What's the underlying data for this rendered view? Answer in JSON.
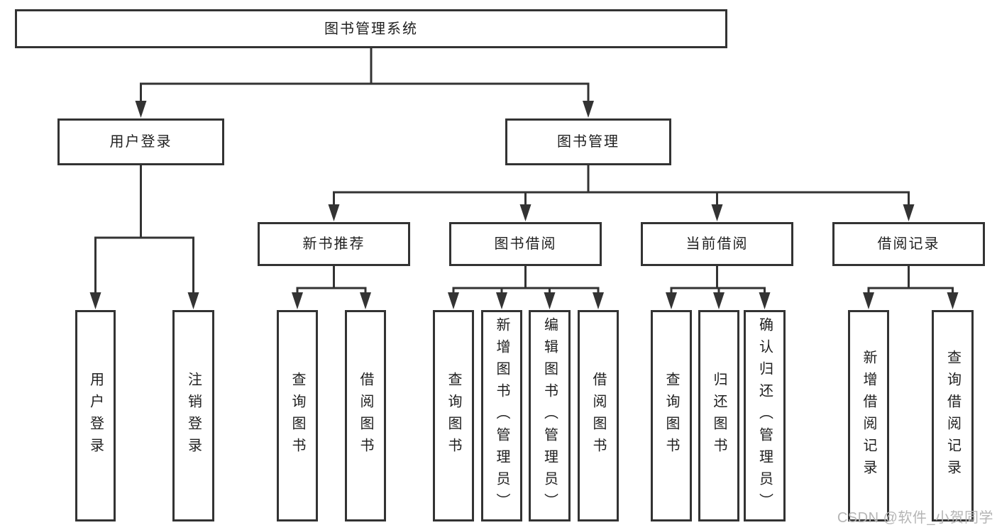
{
  "colors": {
    "line": "#333333",
    "text": "#1f1f1f",
    "background": "#ffffff",
    "watermark": "#b5b5b5"
  },
  "watermark": "CSDN @软件_小贺同学",
  "nodes": [
    {
      "id": "root",
      "label": "图书管理系统"
    },
    {
      "id": "user-login",
      "label": "用户登录"
    },
    {
      "id": "book-mgmt",
      "label": "图书管理"
    },
    {
      "id": "new-book-recommend",
      "label": "新书推荐"
    },
    {
      "id": "book-borrow",
      "label": "图书借阅"
    },
    {
      "id": "current-borrow",
      "label": "当前借阅"
    },
    {
      "id": "borrow-records",
      "label": "借阅记录"
    },
    {
      "id": "login-user",
      "label": "用户登录"
    },
    {
      "id": "login-logout",
      "label": "注销登录"
    },
    {
      "id": "rec-query",
      "label": "查询图书"
    },
    {
      "id": "rec-borrow",
      "label": "借阅图书"
    },
    {
      "id": "bor-query",
      "label": "查询图书"
    },
    {
      "id": "bor-add",
      "label": "新增图书（管理员）"
    },
    {
      "id": "bor-edit",
      "label": "编辑图书（管理员）"
    },
    {
      "id": "bor-borrow",
      "label": "借阅图书"
    },
    {
      "id": "cur-query",
      "label": "查询图书"
    },
    {
      "id": "cur-return",
      "label": "归还图书"
    },
    {
      "id": "cur-confirm",
      "label": "确认归还（管理员）"
    },
    {
      "id": "recd-add",
      "label": "新增借阅记录"
    },
    {
      "id": "recd-query",
      "label": "查询借阅记录"
    }
  ],
  "edges": [
    [
      "root",
      "user-login"
    ],
    [
      "root",
      "book-mgmt"
    ],
    [
      "user-login",
      "login-user"
    ],
    [
      "user-login",
      "login-logout"
    ],
    [
      "book-mgmt",
      "new-book-recommend"
    ],
    [
      "book-mgmt",
      "book-borrow"
    ],
    [
      "book-mgmt",
      "current-borrow"
    ],
    [
      "book-mgmt",
      "borrow-records"
    ],
    [
      "new-book-recommend",
      "rec-query"
    ],
    [
      "new-book-recommend",
      "rec-borrow"
    ],
    [
      "book-borrow",
      "bor-query"
    ],
    [
      "book-borrow",
      "bor-add"
    ],
    [
      "book-borrow",
      "bor-edit"
    ],
    [
      "book-borrow",
      "bor-borrow"
    ],
    [
      "current-borrow",
      "cur-query"
    ],
    [
      "current-borrow",
      "cur-return"
    ],
    [
      "current-borrow",
      "cur-confirm"
    ],
    [
      "borrow-records",
      "recd-add"
    ],
    [
      "borrow-records",
      "recd-query"
    ]
  ]
}
